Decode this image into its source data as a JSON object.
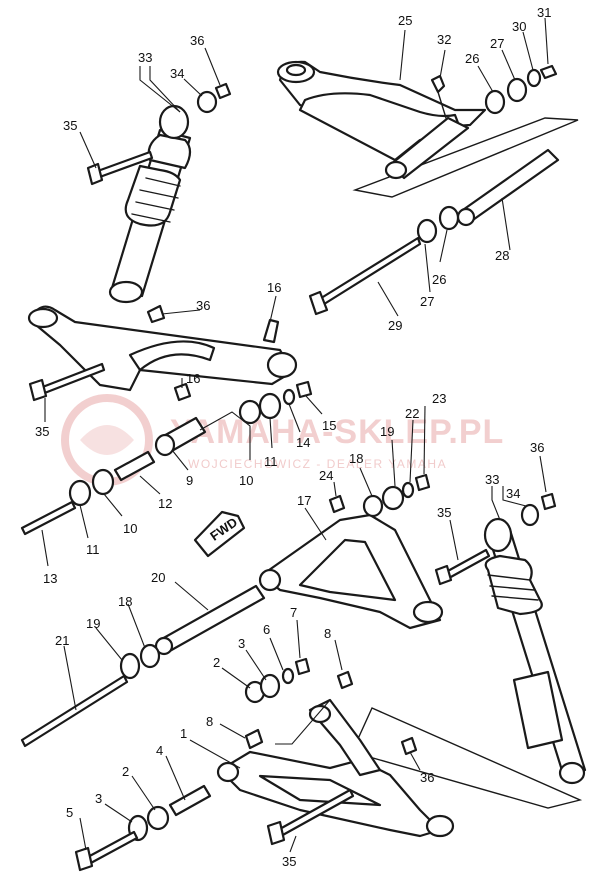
{
  "watermark": {
    "main": "YAMAHA-SKLEP.PL",
    "sub": "WOJCIECHOWICZ - DEALER YAMAHA",
    "color": "#e8a8a8"
  },
  "fwd_label": "FWD",
  "labels": {
    "l1": "1",
    "l2a": "2",
    "l2b": "2",
    "l3a": "3",
    "l3b": "3",
    "l4": "4",
    "l5": "5",
    "l6": "6",
    "l7": "7",
    "l8a": "8",
    "l8b": "8",
    "l9": "9",
    "l10a": "10",
    "l10b": "10",
    "l11a": "11",
    "l11b": "11",
    "l12": "12",
    "l13": "13",
    "l14": "14",
    "l15": "15",
    "l16a": "16",
    "l16b": "16",
    "l17": "17",
    "l18a": "18",
    "l18b": "18",
    "l19a": "19",
    "l19b": "19",
    "l20": "20",
    "l21": "21",
    "l22": "22",
    "l23": "23",
    "l24": "24",
    "l25": "25",
    "l26a": "26",
    "l26b": "26",
    "l27a": "27",
    "l27b": "27",
    "l28": "28",
    "l29": "29",
    "l30": "30",
    "l31": "31",
    "l32": "32",
    "l33a": "33",
    "l33b": "33",
    "l34a": "34",
    "l34b": "34",
    "l35a": "35",
    "l35b": "35",
    "l35c": "35",
    "l35d": "35",
    "l36a": "36",
    "l36b": "36",
    "l36c": "36",
    "l36d": "36"
  }
}
